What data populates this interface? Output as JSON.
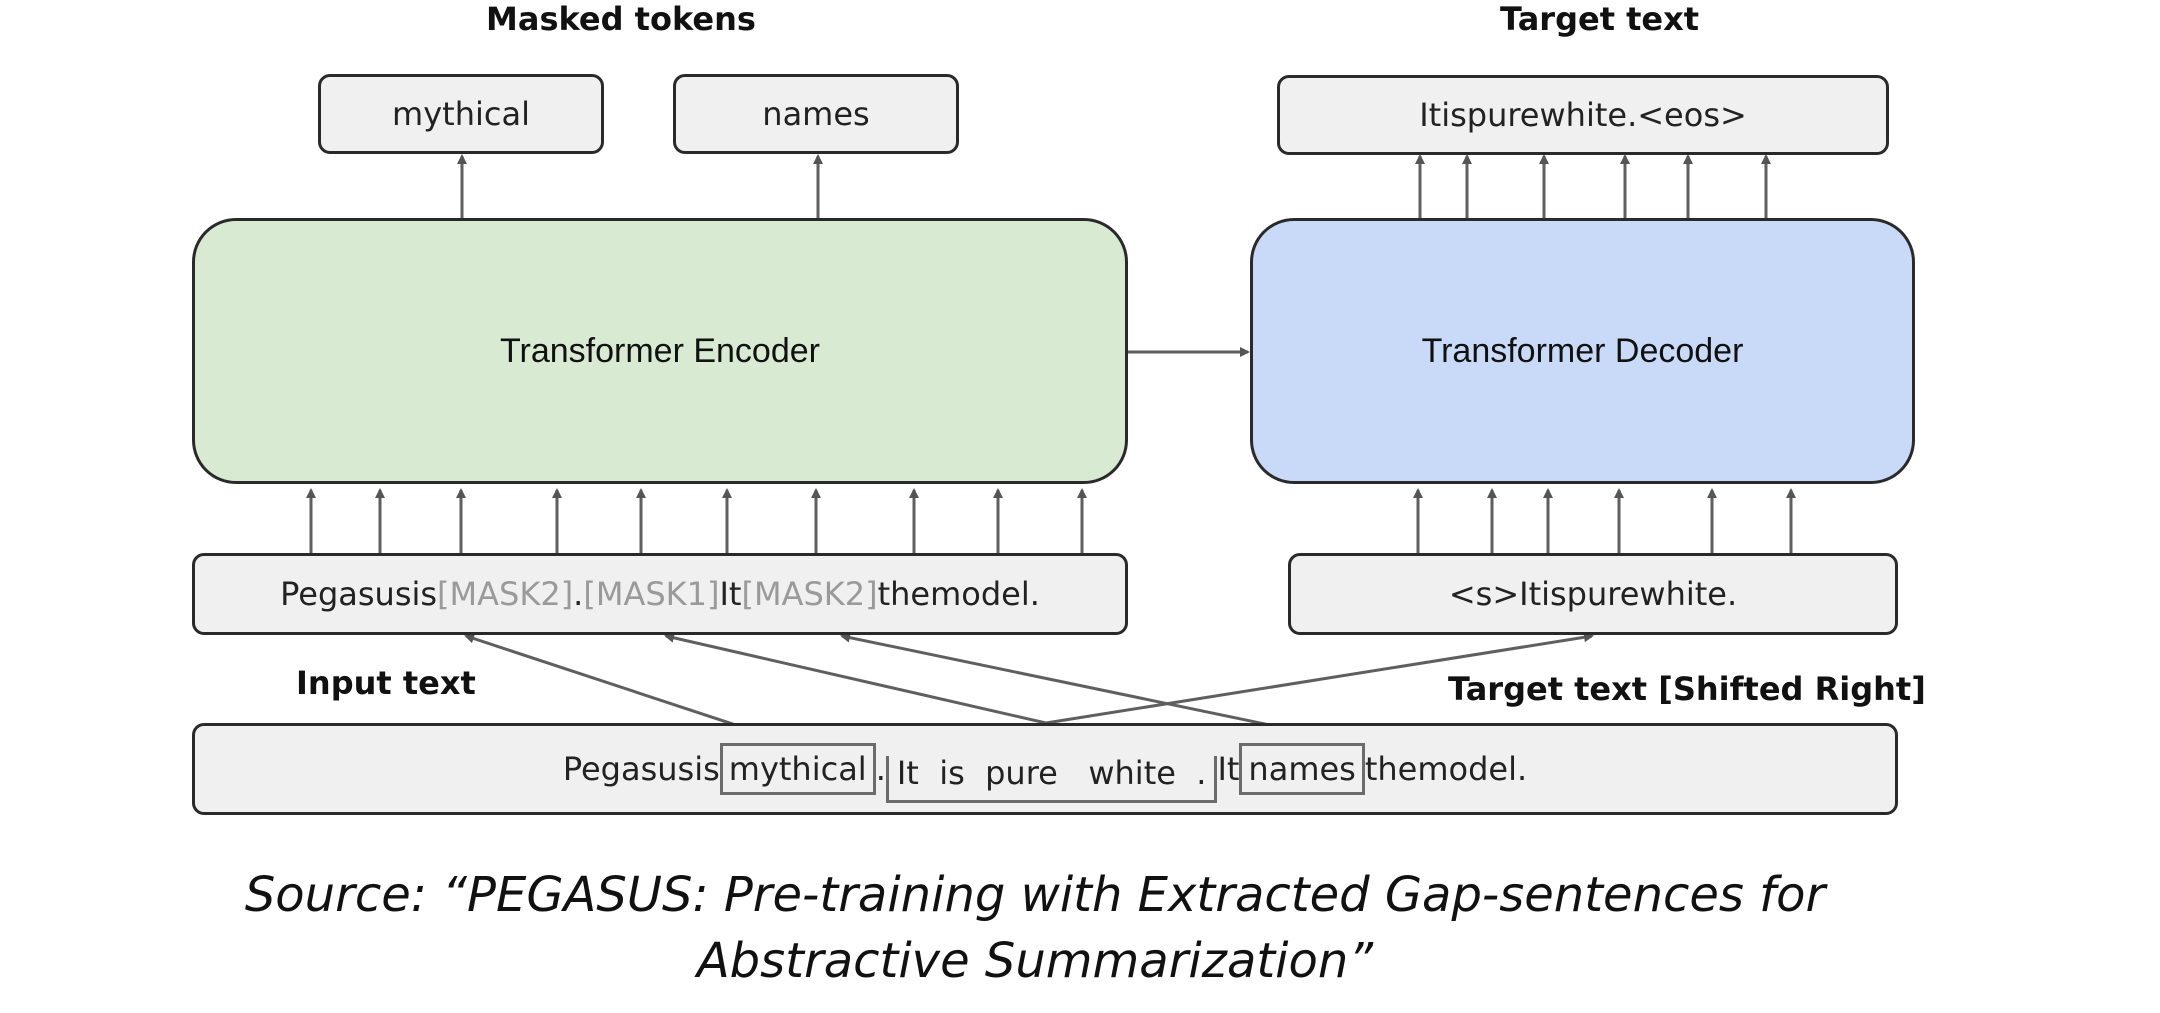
{
  "headings": {
    "masked_tokens": "Masked tokens",
    "target_text_top": "Target text",
    "input_text": "Input text",
    "target_text_shifted": "Target text  [Shifted Right]"
  },
  "masked_tokens": [
    "mythical",
    "names"
  ],
  "target_output": [
    "It",
    "is",
    "pure",
    "white",
    ".",
    "<eos>"
  ],
  "encoder": {
    "label": "Transformer Encoder",
    "color": "#d9ead3"
  },
  "decoder": {
    "label": "Transformer Decoder",
    "color": "#c9daf8"
  },
  "encoder_input": [
    {
      "text": "Pegasus",
      "masked": false
    },
    {
      "text": "is",
      "masked": false
    },
    {
      "text": "[MASK2]",
      "masked": true
    },
    {
      "text": ".",
      "masked": false
    },
    {
      "text": "[MASK1]",
      "masked": true
    },
    {
      "text": "It",
      "masked": false
    },
    {
      "text": "[MASK2]",
      "masked": true
    },
    {
      "text": "the",
      "masked": false
    },
    {
      "text": "model",
      "masked": false
    },
    {
      "text": ".",
      "masked": false
    }
  ],
  "decoder_input": [
    "<s>",
    "It",
    "is",
    "pure",
    "white",
    "."
  ],
  "source_sentence": {
    "prefix": [
      "Pegasus",
      "is"
    ],
    "masked_token_1": "mythical",
    "dot": ".",
    "gap_sentence": [
      "It",
      "is",
      "pure",
      "white",
      "."
    ],
    "middle": "It",
    "masked_token_2": "names",
    "suffix": [
      "the",
      "model",
      "."
    ]
  },
  "caption": {
    "line1": "Source: “PEGASUS: Pre-training with Extracted Gap-sentences for",
    "line2": "Abstractive Summarization”"
  }
}
